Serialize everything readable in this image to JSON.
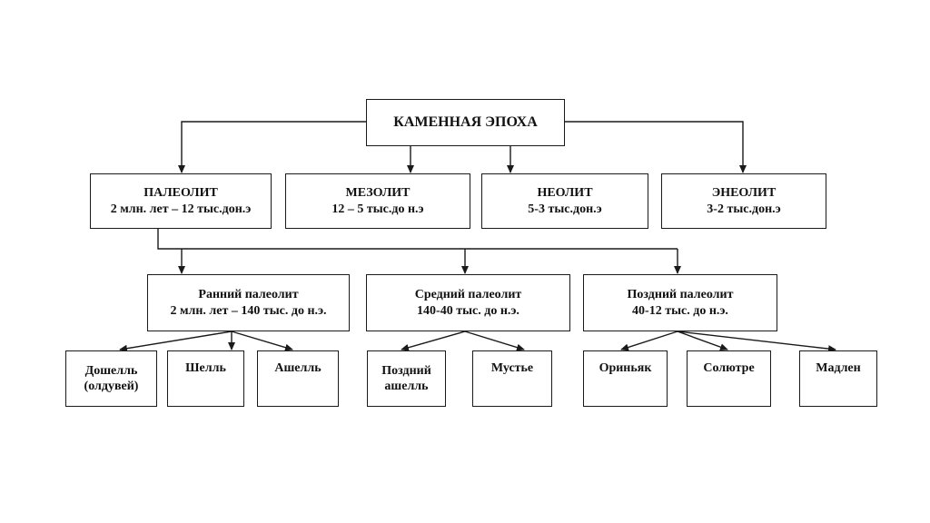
{
  "root": {
    "label": "КАМЕННАЯ ЭПОХА"
  },
  "level1": [
    {
      "title": "ПАЛЕОЛИТ",
      "dates": "2 млн. лет – 12 тыс.дон.э"
    },
    {
      "title": "МЕЗОЛИТ",
      "dates": "12 – 5 тыс.до н.э"
    },
    {
      "title": "НЕОЛИТ",
      "dates": "5-3 тыс.дон.э"
    },
    {
      "title": "ЭНЕОЛИТ",
      "dates": "3-2 тыс.дон.э"
    }
  ],
  "level2": [
    {
      "title": "Ранний палеолит",
      "dates": "2 млн. лет – 140 тыс. до н.э."
    },
    {
      "title": "Средний палеолит",
      "dates": "140-40 тыс. до н.э."
    },
    {
      "title": "Поздний палеолит",
      "dates": "40-12 тыс. до н.э."
    }
  ],
  "level3": [
    {
      "line1": "Дошелль",
      "line2": "(олдувей)"
    },
    {
      "line1": "Шелль"
    },
    {
      "line1": "Ашелль"
    },
    {
      "line1": "Поздний",
      "line2": "ашелль"
    },
    {
      "line1": "Мустье"
    },
    {
      "line1": "Ориньяк"
    },
    {
      "line1": "Солютре"
    },
    {
      "line1": "Мадлен"
    }
  ]
}
